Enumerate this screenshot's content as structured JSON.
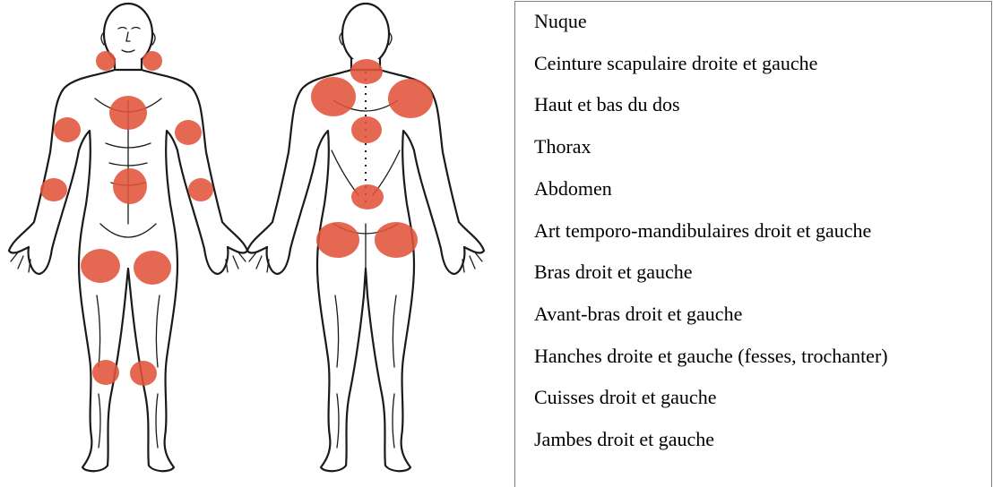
{
  "figures": {
    "front_label": "",
    "back_label": "",
    "spot_color": "#e0533a",
    "outline_color": "#1a1a1a"
  },
  "legend": {
    "items": [
      "Nuque",
      "Ceinture scapulaire droite et gauche",
      "Haut et bas du dos",
      "Thorax",
      "Abdomen",
      "Art temporo-mandibulaires droit et gauche",
      "Bras droit et gauche",
      "Avant-bras droit et gauche",
      "Hanches droite et gauche (fesses, trochanter)",
      "Cuisses droit et gauche",
      "Jambes droit et gauche"
    ]
  }
}
